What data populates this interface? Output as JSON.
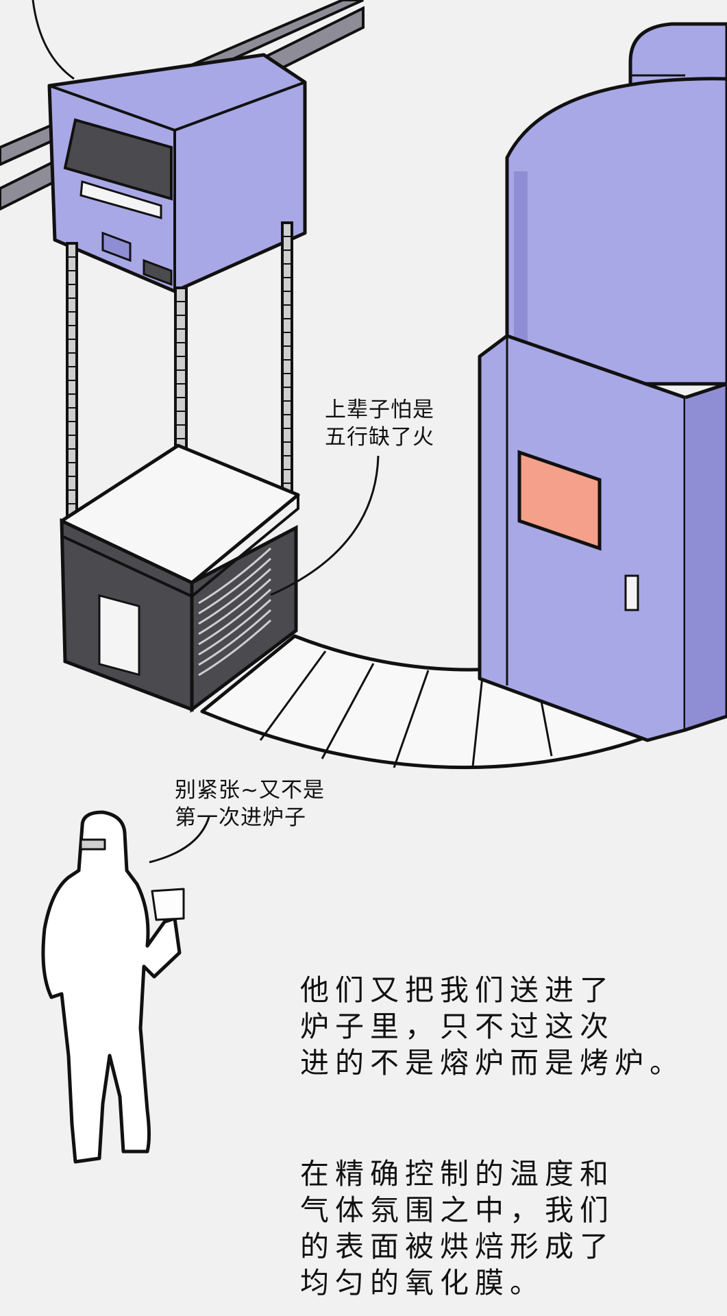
{
  "speech": {
    "furnace_line1": "上辈子怕是",
    "furnace_line2": "五行缺了火",
    "worker_line1": "别紧张~又不是",
    "worker_line2": "第一次进炉子"
  },
  "narration": {
    "block1": [
      "他们又把我们送进了",
      "炉子里，只不过这次",
      "进的不是熔炉而是烤炉。"
    ],
    "block2": [
      "在精确控制的温度和",
      "气体氛围之中，我们",
      "的表面被烘焙形成了",
      "均匀的氧化膜。"
    ]
  },
  "colors": {
    "machine_purple": "#a9a8e6",
    "machine_purple_dark": "#8f8ed4",
    "background": "#f1f1f1",
    "window_glow": "#f4a08a",
    "outline": "#111111"
  }
}
